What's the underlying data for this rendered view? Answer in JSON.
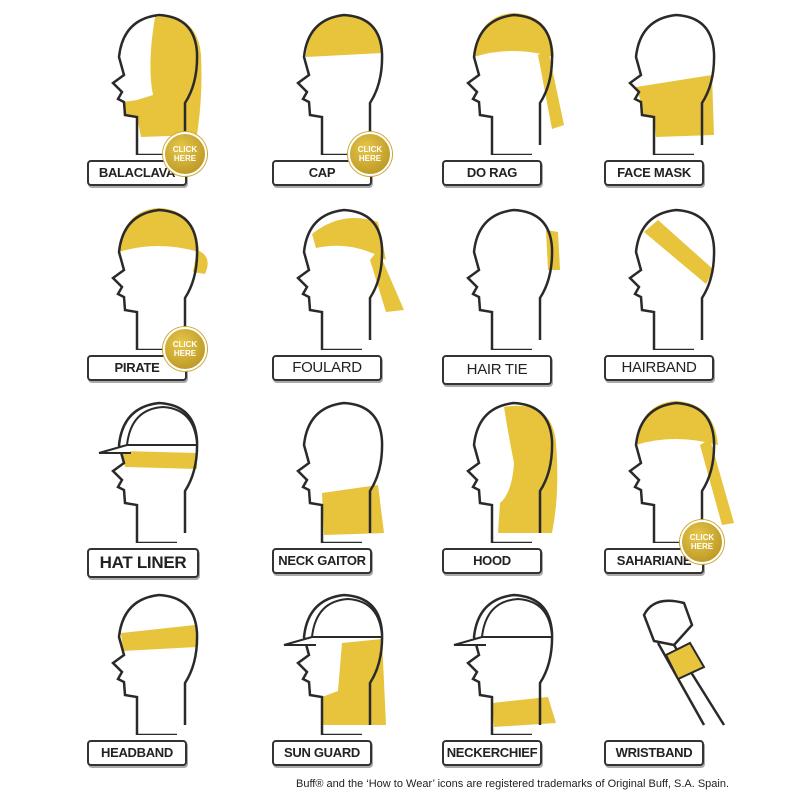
{
  "colors": {
    "fabric": "#e8c33c",
    "outline": "#2a2a2a",
    "badge": "#c9a730"
  },
  "items": [
    {
      "id": "balaclava",
      "label": "BALACLAVA",
      "click_here": "CLICK HERE"
    },
    {
      "id": "cap",
      "label": "CAP",
      "click_here": "CLICK HERE"
    },
    {
      "id": "dorag",
      "label": "DO RAG"
    },
    {
      "id": "facemask",
      "label": "FACE MASK"
    },
    {
      "id": "pirate",
      "label": "PIRATE",
      "click_here": "CLICK HERE"
    },
    {
      "id": "foulard",
      "label": "FOULARD"
    },
    {
      "id": "hairtie",
      "label": "HAIR TIE"
    },
    {
      "id": "hairband",
      "label": "HAIRBAND"
    },
    {
      "id": "hatliner",
      "label": "HAT LINER"
    },
    {
      "id": "neckgaitor",
      "label": "NECK GAITOR"
    },
    {
      "id": "hood",
      "label": "HOOD"
    },
    {
      "id": "sahariane",
      "label": "SAHARIANE",
      "click_here": "CLICK HERE"
    },
    {
      "id": "headband",
      "label": "HEADBAND"
    },
    {
      "id": "sunguard",
      "label": "SUN GUARD"
    },
    {
      "id": "neckerchief",
      "label": "NECKERCHIEF"
    },
    {
      "id": "wristband",
      "label": "WRISTBAND"
    }
  ],
  "footer": "Buff® and the ‘How to Wear’ icons are registered trademarks of Original Buff, S.A. Spain."
}
